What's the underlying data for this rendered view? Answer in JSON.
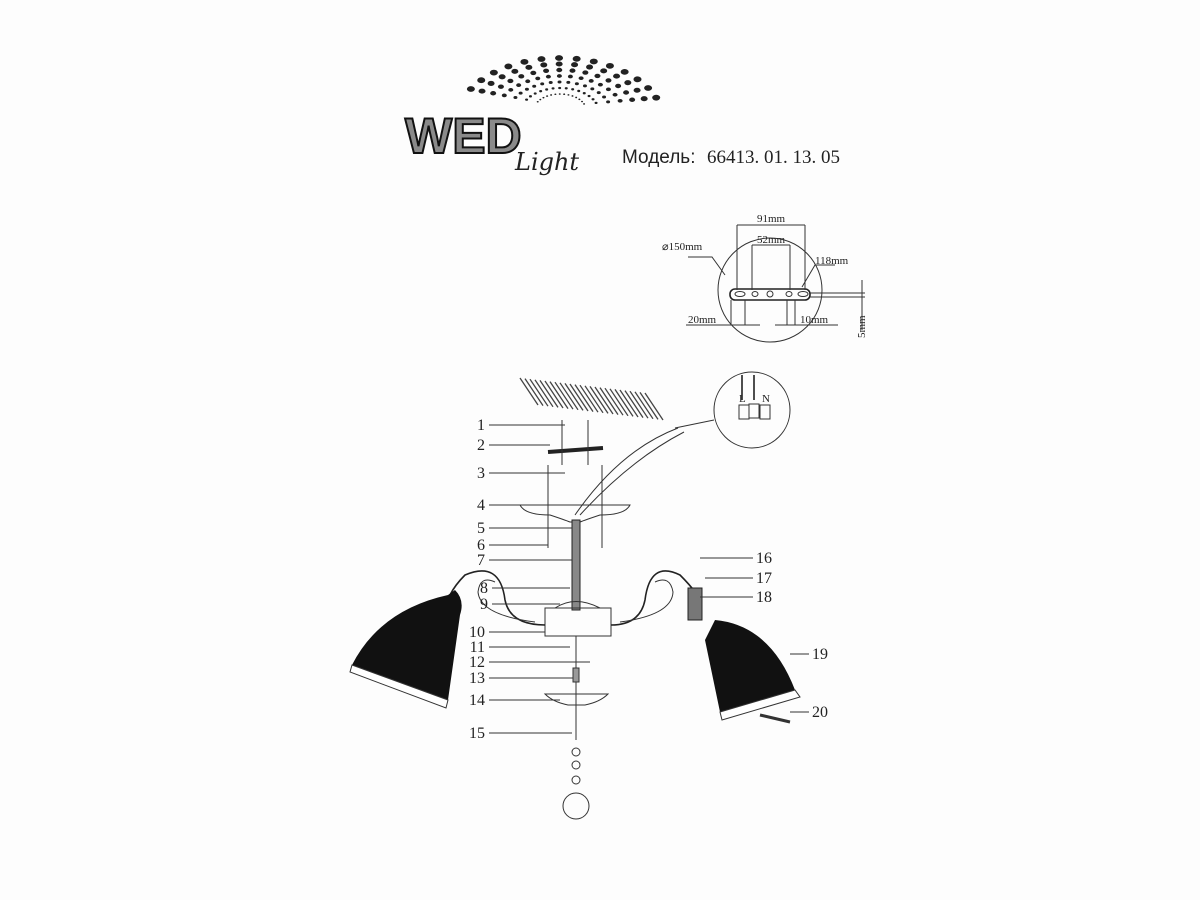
{
  "header": {
    "logo_main": "WED",
    "logo_script": "Light",
    "model_label": "Модель:",
    "model_number": "66413. 01. 13. 05"
  },
  "mount_detail": {
    "width_outer": "91mm",
    "width_inner": "52mm",
    "diameter": "⌀150mm",
    "length": "118mm",
    "slot_left": "20mm",
    "slot_right": "10mm",
    "thickness": "5mm"
  },
  "parts": [
    "1",
    "2",
    "3",
    "4",
    "5",
    "6",
    "7",
    "8",
    "9",
    "10",
    "11",
    "12",
    "13",
    "14",
    "15",
    "16",
    "17",
    "18",
    "19",
    "20"
  ],
  "wiring": {
    "live": "L",
    "neutral": "N"
  }
}
